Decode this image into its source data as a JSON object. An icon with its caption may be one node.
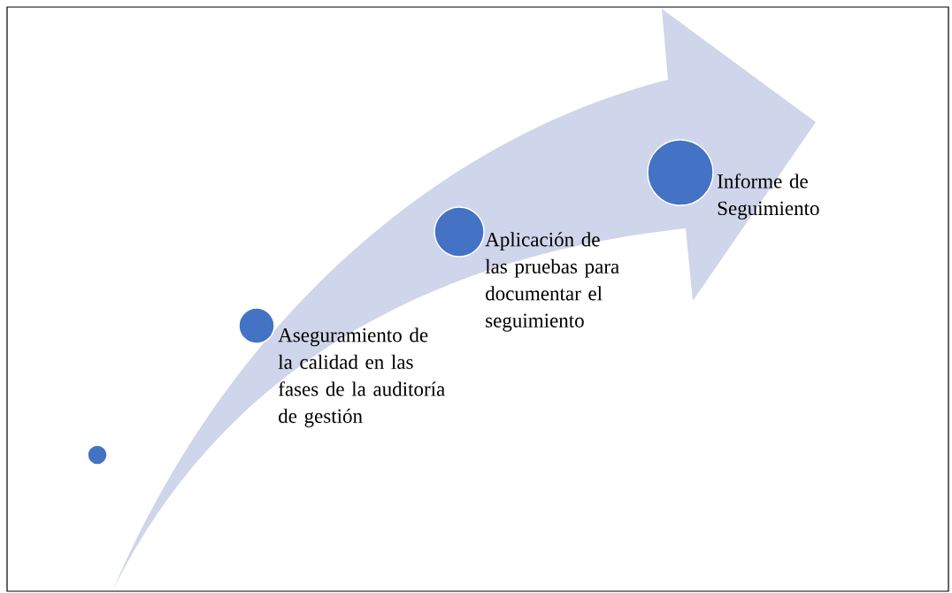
{
  "diagram": {
    "nodes": [
      {
        "text": [],
        "shape": "circle"
      },
      {
        "text": [],
        "shape": "circle",
        "beside": [
          "Aseguramiento de la calidad en las fases de la auditoría de gestión"
        ]
      },
      {
        "text": [],
        "shape": "circle",
        "beside": [
          "Aplicación de las pruebas para documentar el seguimiento"
        ]
      },
      {
        "text": [],
        "shape": "circle",
        "beside": [
          "Informe de Seguimiento"
        ]
      }
    ]
  }
}
